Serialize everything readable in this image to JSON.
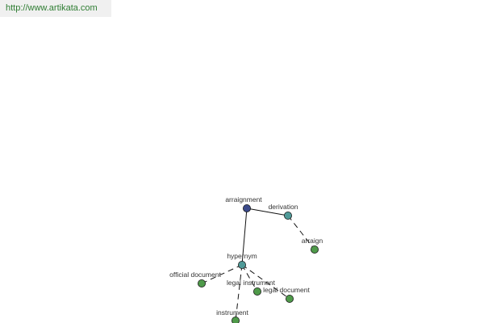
{
  "header": {
    "source_url": "http://www.artikata.com"
  },
  "graph": {
    "colors": {
      "root": "#3b4a8a",
      "relation": "#4f9a98",
      "leaf": "#4f9a4a",
      "edge": "#111111",
      "text": "#333333"
    },
    "nodes": [
      {
        "id": "arraignment",
        "label": "arraignment",
        "kind": "root"
      },
      {
        "id": "derivation",
        "label": "derivation",
        "kind": "relation"
      },
      {
        "id": "arraign",
        "label": "arraign",
        "kind": "leaf"
      },
      {
        "id": "hypernym",
        "label": "hypernym",
        "kind": "relation"
      },
      {
        "id": "official_document",
        "label": "official document",
        "kind": "leaf"
      },
      {
        "id": "legal_instrument",
        "label": "legal instrument",
        "kind": "leaf"
      },
      {
        "id": "legal_document",
        "label": "legal document",
        "kind": "leaf"
      },
      {
        "id": "instrument",
        "label": "instrument",
        "kind": "leaf"
      }
    ],
    "edges": [
      {
        "from": "arraignment",
        "to": "derivation",
        "style": "solid"
      },
      {
        "from": "arraignment",
        "to": "hypernym",
        "style": "solid"
      },
      {
        "from": "derivation",
        "to": "arraign",
        "style": "dashed"
      },
      {
        "from": "hypernym",
        "to": "official_document",
        "style": "dashed"
      },
      {
        "from": "hypernym",
        "to": "legal_instrument",
        "style": "dashed"
      },
      {
        "from": "hypernym",
        "to": "legal_document",
        "style": "dashed"
      },
      {
        "from": "hypernym",
        "to": "instrument",
        "style": "dashed"
      }
    ]
  }
}
